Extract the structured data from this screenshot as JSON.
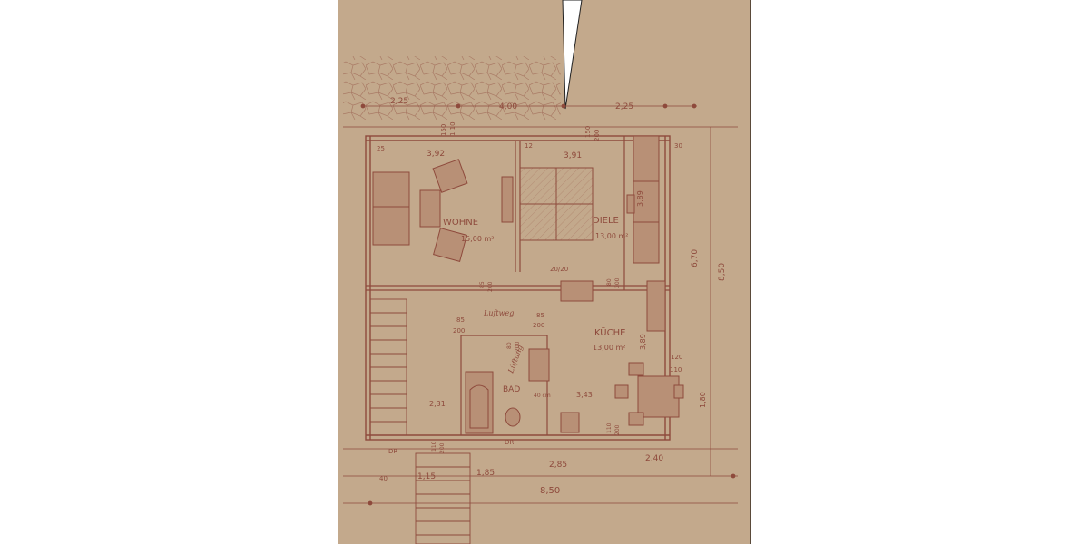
{
  "plan": {
    "rooms": {
      "living": {
        "name": "WOHNE",
        "area": "15,00 m²"
      },
      "bedroom": {
        "name": "DIELE",
        "area": "13,00 m²"
      },
      "kitchen": {
        "name": "KÜCHE",
        "area": "13,00 m²"
      },
      "bath": {
        "name": "BAD"
      }
    },
    "dimensions": {
      "top_left": "2,25",
      "top_mid": "4,00",
      "top_right": "2,25",
      "living_width": "3,92",
      "bedroom_width": "3,91",
      "left_margin": "25",
      "mid_margin": "12",
      "right_margin": "30",
      "wall_v_a": "150",
      "wall_v_b": "1,10",
      "wall_v_c": "150",
      "wall_v_d": "200",
      "bedroom_height": "3,89",
      "kitchen_height": "3,89",
      "total_height_a": "6,70",
      "total_height_b": "8,50",
      "hall_door_a": "85",
      "hall_door_a_h": "200",
      "hall_door_b": "85",
      "hall_door_b_h": "200",
      "door_small_a": "85",
      "door_small_a_h": "200",
      "door_small_b": "80",
      "door_small_b_h": "200",
      "chimney": "20/20",
      "window_top": "120",
      "window_bottom": "110",
      "kitchen_depth": "3,43",
      "right_lower": "1,80",
      "stair_width": "2,31",
      "bottom_a": "1,15",
      "bottom_b": "1,85",
      "bottom_c": "2,85",
      "bottom_d": "2,40",
      "bottom_total": "8,50",
      "bottom_left": "40",
      "door_bottom_a": "110",
      "door_bottom_a_h": "200",
      "door_bottom_b": "110",
      "door_bottom_b_h": "200",
      "bath_v": "80",
      "bath_v_h": "200",
      "wc": "40 cm",
      "dr": "DR",
      "dr2": "DR"
    },
    "notes": {
      "hall": "Luftweg",
      "bath_note": "Lüftung"
    }
  },
  "colors": {
    "paper": "#c3a98c",
    "ink": "#8e4a3c",
    "fill": "#b89076",
    "stone": "#a88a70"
  }
}
